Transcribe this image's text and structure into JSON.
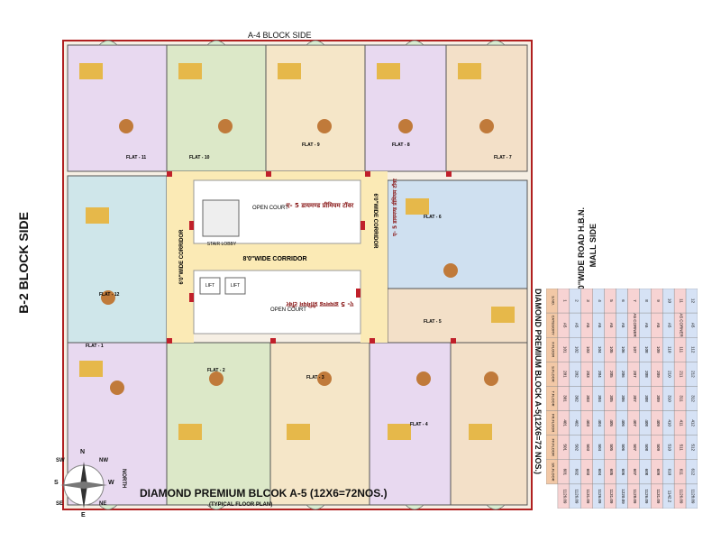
{
  "labels": {
    "top_side": "A-4 BLOCK SIDE",
    "left_side": "B-2 BLOCK SIDE",
    "right_side_line1": "20'0\"WIDE ROAD H.B.N.",
    "right_side_line2": "MALL SIDE",
    "main_title": "DIAMOND PREMIUM BLCOK A-5 (12X6=72NOS.)",
    "subtitle": "(TYPICAL FLOOR PLAN)",
    "table_title": "DIAMOND PREMIUM BLOCK A-5(12X6=72 NOS.)",
    "corridor_h": "8'0\"WIDE CORRIDOR",
    "corridor_v_left": "6'0\"WIDE CORRIDOR",
    "corridor_v_right": "6'0\"WIDE CORRIDOR",
    "court_top": "OPEN COURT",
    "court_bottom": "OPEN COURT",
    "stair": "STAIR LOBBY",
    "lift1": "LIFT",
    "lift2": "LIFT",
    "hindi_top": "ए- 5 डायमण्ड प्रीमियम टॉवर",
    "hindi_right": "ए- 5 डायमण्ड प्रीमियम टॉवर",
    "hindi_bottom": "ए- 5 डायमण्ड प्रीमियम टॉवर"
  },
  "flats": [
    "FLAT - 11",
    "FLAT - 10",
    "FLAT - 9",
    "FLAT - 8",
    "FLAT - 7",
    "FLAT - 6",
    "FLAT - 5",
    "FLAT - 4",
    "FLAT - 3",
    "FLAT - 2",
    "FLAT - 1",
    "FLAT - 12"
  ],
  "compass": {
    "n": "N",
    "s": "S",
    "e": "E",
    "w": "W",
    "ne": "NE",
    "nw": "NW",
    "se": "SE",
    "sw": "SW",
    "north": "NORTH"
  },
  "table": {
    "headers": [
      "S.NO.",
      "CATEGORY",
      "F.FLOOR",
      "S.FLOOR",
      "T.FLOOR",
      "FR.FLOOR",
      "FF.FLOOR",
      "SX.FLOOR"
    ],
    "rows": [
      [
        "1",
        "A5",
        "101",
        "201",
        "301",
        "401",
        "501",
        "601",
        "1126.09"
      ],
      [
        "2",
        "A5",
        "102",
        "202",
        "302",
        "402",
        "502",
        "602",
        "1126.09"
      ],
      [
        "3",
        "A5",
        "103",
        "203",
        "303",
        "403",
        "503",
        "603",
        "1131.09"
      ],
      [
        "4",
        "A5",
        "104",
        "204",
        "304",
        "404",
        "504",
        "604",
        "1126.09"
      ],
      [
        "5",
        "A5",
        "105",
        "205",
        "305",
        "405",
        "505",
        "605",
        "1131.09"
      ],
      [
        "6",
        "A5",
        "106",
        "206",
        "306",
        "406",
        "506",
        "606",
        "1220.09"
      ],
      [
        "7",
        "A5 CORNER",
        "107",
        "207",
        "307",
        "407",
        "507",
        "607",
        "1128.09"
      ],
      [
        "8",
        "A5",
        "108",
        "208",
        "308",
        "408",
        "508",
        "608",
        "1126.09"
      ],
      [
        "9",
        "A5",
        "109",
        "209",
        "309",
        "409",
        "509",
        "609",
        "1131.09"
      ],
      [
        "10",
        "A5",
        "110",
        "210",
        "310",
        "410",
        "510",
        "610",
        "1142.2"
      ],
      [
        "11",
        "A5 CORNER",
        "111",
        "211",
        "311",
        "411",
        "511",
        "611",
        "1126.09"
      ],
      [
        "12",
        "A5",
        "112",
        "212",
        "312",
        "412",
        "512",
        "612",
        "1128.09"
      ]
    ]
  }
}
